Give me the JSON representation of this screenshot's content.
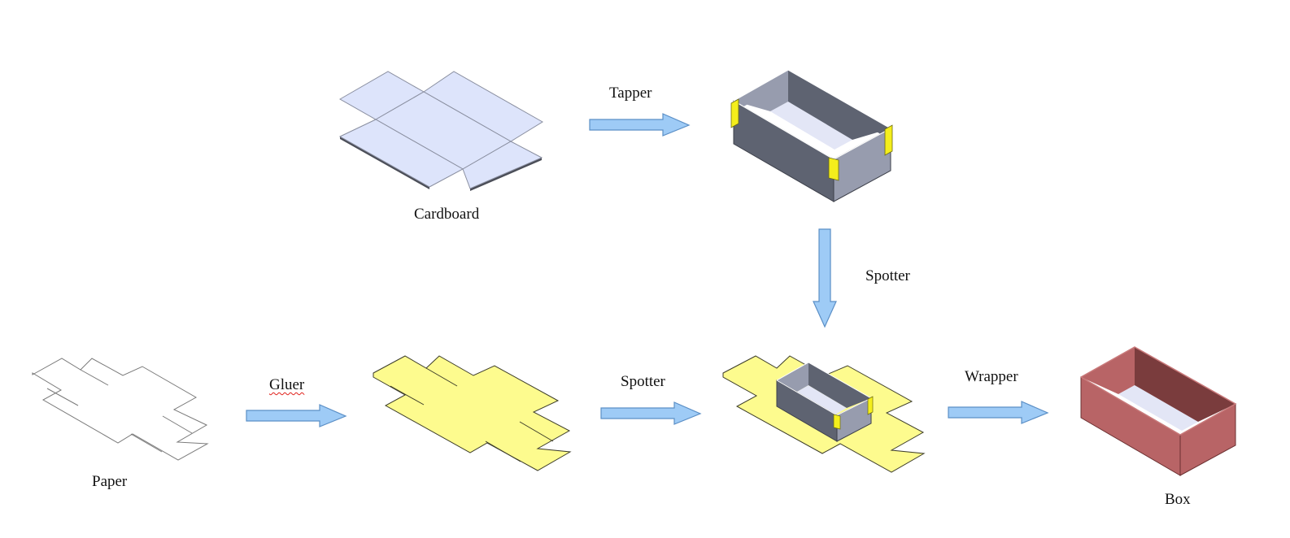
{
  "labels": {
    "cardboard": "Cardboard",
    "tapper": "Tapper",
    "spotter_top": "Spotter",
    "paper": "Paper",
    "gluer": "Gluer",
    "spotter_mid": "Spotter",
    "wrapper": "Wrapper",
    "box": "Box"
  },
  "colors": {
    "cardboard_fill": "#dde4fb",
    "cardboard_edge": "#5b5f6b",
    "paper_fill": "#ffffff",
    "glued_paper_fill": "#fdfb8e",
    "tray_outer": "#5e6371",
    "tray_side": "#979cae",
    "tray_inner_floor": "#e3e6f6",
    "tape": "#f4ee1c",
    "box_front": "#b86466",
    "box_inner": "#7a3c3d",
    "box_rim": "#c97a7b",
    "arrow_fill": "#9ecbf6",
    "arrow_edge": "#5b8fc6"
  }
}
